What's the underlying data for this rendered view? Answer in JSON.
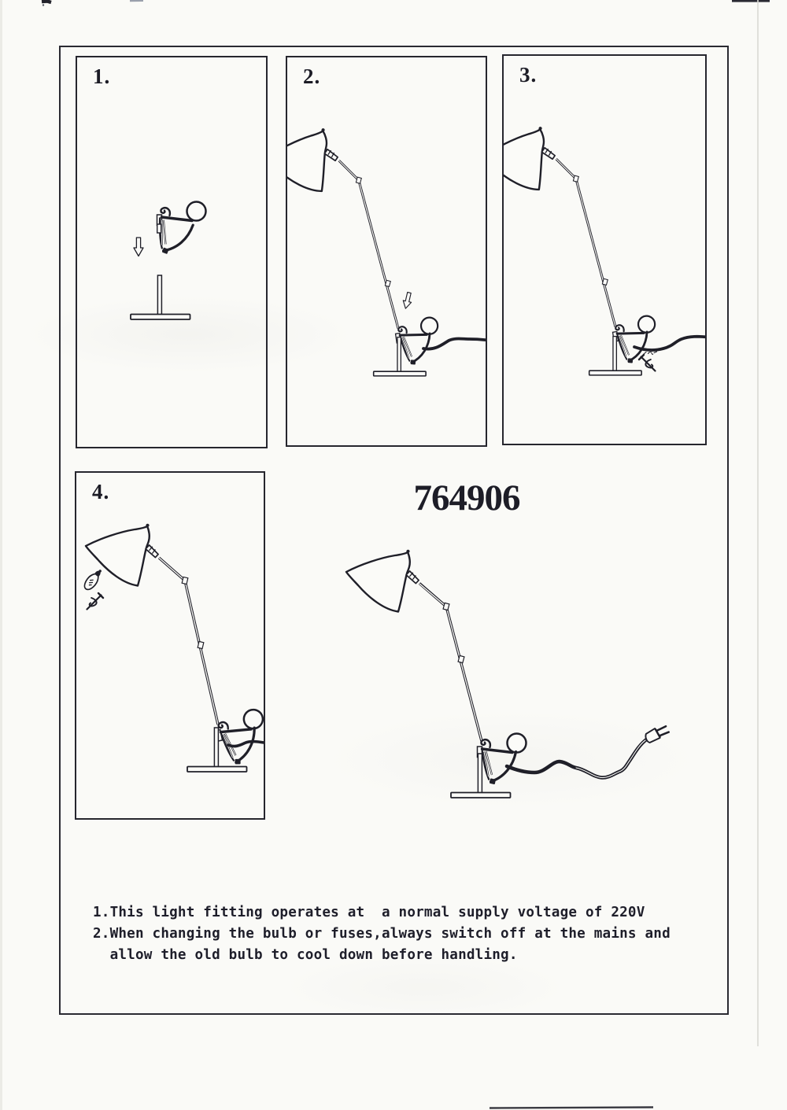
{
  "document": {
    "kind": "lamp assembly instruction leaflet (scanned)",
    "model_number": "764906",
    "panels": [
      {
        "label": "1.",
        "drawing": "counterweight-body above pole base with downward arrow"
      },
      {
        "label": "2.",
        "drawing": "lamp arm with shade inserted into base joint, downward arrow, cord"
      },
      {
        "label": "3.",
        "drawing": "assembled lamp with locking screw detail near joint, cord"
      },
      {
        "label": "4.",
        "drawing": "complete lamp with bulb and screw icons, cord"
      }
    ],
    "main_drawing": "complete desk lamp with power cord and mains plug",
    "notes": {
      "line1": "1.This light fitting operates at  a normal supply voltage of 220V",
      "line2": "2.When changing the bulb or fuses,always switch off at the mains and",
      "line3": "  allow the old bulb to cool down before handling."
    },
    "colors": {
      "paper": "#fbfbf8",
      "ink": "#1f1f28",
      "border": "#26262e"
    }
  }
}
